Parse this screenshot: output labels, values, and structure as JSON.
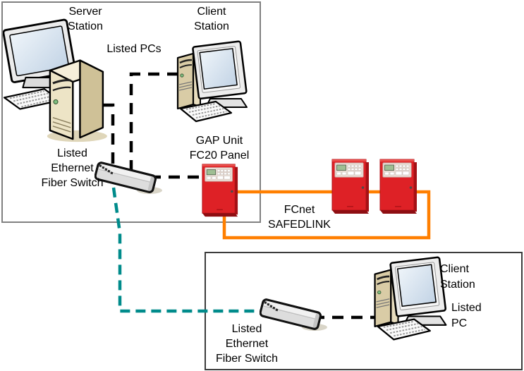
{
  "upper_group": {
    "server_station": {
      "lines": [
        "Server",
        "Station"
      ]
    },
    "client_station": {
      "lines": [
        "Client",
        "Station"
      ]
    },
    "listed_pcs": "Listed PCs",
    "fiber_switch": {
      "lines": [
        "Listed",
        "Ethernet",
        "Fiber Switch"
      ]
    },
    "gap_unit": {
      "lines": [
        "GAP Unit",
        "FC20 Panel"
      ]
    }
  },
  "safedlink": {
    "lines": [
      "FCnet",
      "SAFEDLINK"
    ]
  },
  "lower_group": {
    "fiber_switch": {
      "lines": [
        "Listed",
        "Ethernet",
        "Fiber Switch"
      ]
    },
    "client_station": {
      "lines": [
        "Client",
        "Station"
      ]
    },
    "listed_pc": {
      "lines": [
        "Listed",
        "PC"
      ]
    }
  },
  "colors": {
    "safedlink_ring_orange": "#FF7F00",
    "fiber_link_teal": "#008B8B",
    "ethernet_link_black": "#000000",
    "panel_red": "#DE2126",
    "upper_box_border": "#808080",
    "lower_box_border": "#3C3C3C"
  },
  "icons": {
    "desktop_computer": "isometric-desktop-pc",
    "ethernet_fiber_switch": "3d-switch-bar",
    "fire_alarm_panel": "red-panel-with-keypad"
  },
  "links": [
    {
      "name": "server-to-switch",
      "style": "dashed",
      "color_ref": "ethernet_link_black"
    },
    {
      "name": "client-to-switch",
      "style": "dashed",
      "color_ref": "ethernet_link_black"
    },
    {
      "name": "switch-to-gap-panel",
      "style": "dashed",
      "color_ref": "ethernet_link_black"
    },
    {
      "name": "switch-to-switch-fiber",
      "style": "dashed",
      "color_ref": "fiber_link_teal"
    },
    {
      "name": "safedlink-ring",
      "style": "solid",
      "color_ref": "safedlink_ring_orange"
    },
    {
      "name": "switch-to-listed-pc",
      "style": "dashed",
      "color_ref": "ethernet_link_black"
    }
  ]
}
